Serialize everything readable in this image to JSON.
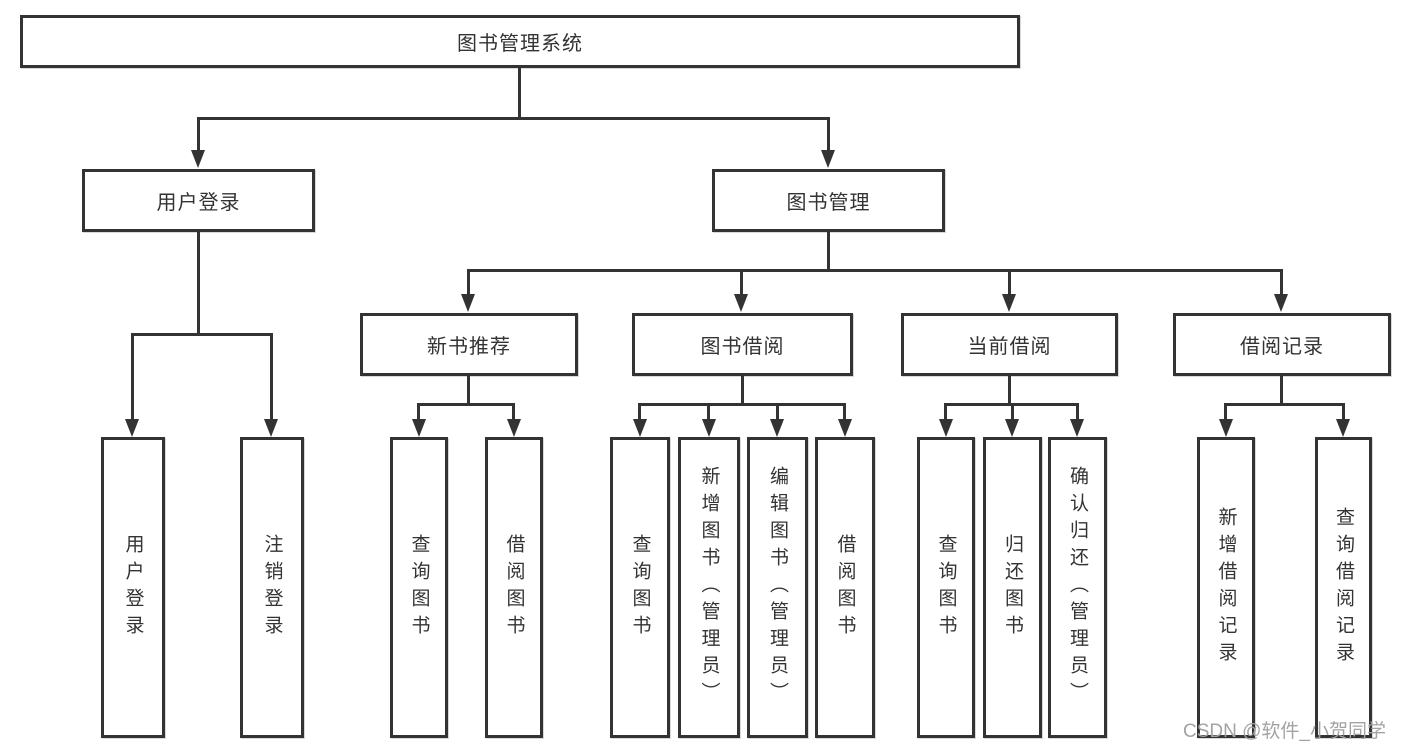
{
  "diagram": {
    "type": "hierarchy-tree",
    "title": "图书管理系统",
    "orientation": "top-down",
    "colors": {
      "line": "#333333",
      "box_border": "#333333",
      "box_fill": "#ffffff",
      "text": "#333333",
      "background": "#ffffff",
      "watermark": "#a3a3a3"
    }
  },
  "tree": {
    "label": "图书管理系统",
    "children": [
      {
        "label": "用户登录",
        "children": [
          {
            "label": "用户登录"
          },
          {
            "label": "注销登录"
          }
        ]
      },
      {
        "label": "图书管理",
        "children": [
          {
            "label": "新书推荐",
            "children": [
              {
                "label": "查询图书"
              },
              {
                "label": "借阅图书"
              }
            ]
          },
          {
            "label": "图书借阅",
            "children": [
              {
                "label": "查询图书"
              },
              {
                "label": "新增图书（管理员）"
              },
              {
                "label": "编辑图书（管理员）"
              },
              {
                "label": "借阅图书"
              }
            ]
          },
          {
            "label": "当前借阅",
            "children": [
              {
                "label": "查询图书"
              },
              {
                "label": "归还图书"
              },
              {
                "label": "确认归还（管理员）"
              }
            ]
          },
          {
            "label": "借阅记录",
            "children": [
              {
                "label": "新增借阅记录"
              },
              {
                "label": "查询借阅记录"
              }
            ]
          }
        ]
      }
    ]
  },
  "watermark": {
    "text": "CSDN @软件_小贺同学"
  }
}
